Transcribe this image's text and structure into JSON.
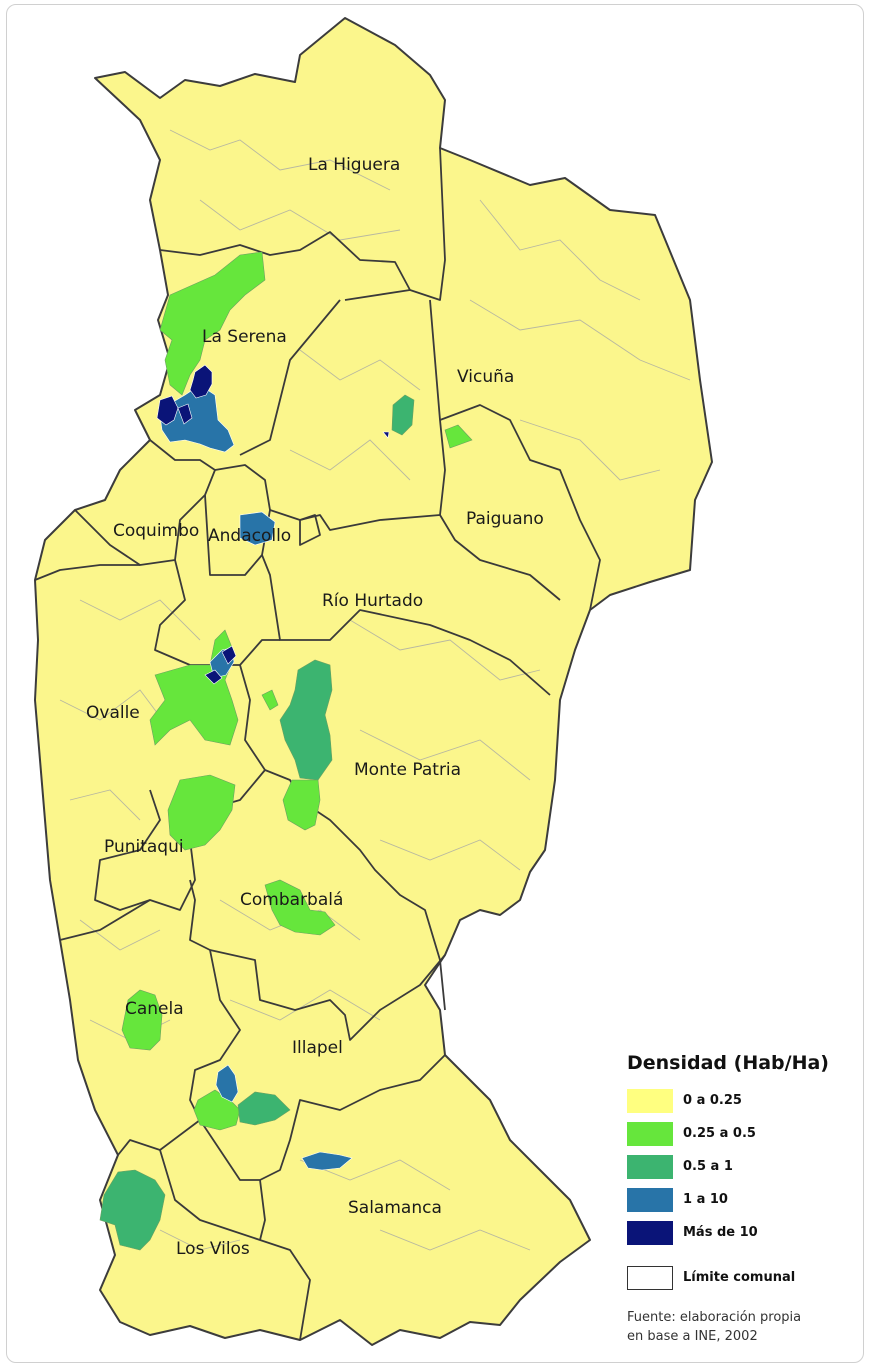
{
  "map": {
    "communes": [
      "La Higuera",
      "La Serena",
      "Vicuña",
      "Paiguano",
      "Coquimbo",
      "Andacollo",
      "Río Hurtado",
      "Ovalle",
      "Monte Patria",
      "Punitaqui",
      "Combarbalá",
      "Canela",
      "Illapel",
      "Salamanca",
      "Los Vilos"
    ]
  },
  "legend": {
    "title": "Densidad (Hab/Ha)",
    "classes": [
      {
        "label": "0 a 0.25",
        "color": "#ffff80"
      },
      {
        "label": "0.25 a 0.5",
        "color": "#66e63c"
      },
      {
        "label": "0.5 a 1",
        "color": "#3cb470"
      },
      {
        "label": "1 a 10",
        "color": "#2874a8"
      },
      {
        "label": "Más de 10",
        "color": "#0a1478"
      }
    ],
    "boundary_label": "Límite comunal"
  },
  "source": {
    "line1": "Fuente: elaboración propia",
    "line2": "en base a INE, 2002"
  }
}
